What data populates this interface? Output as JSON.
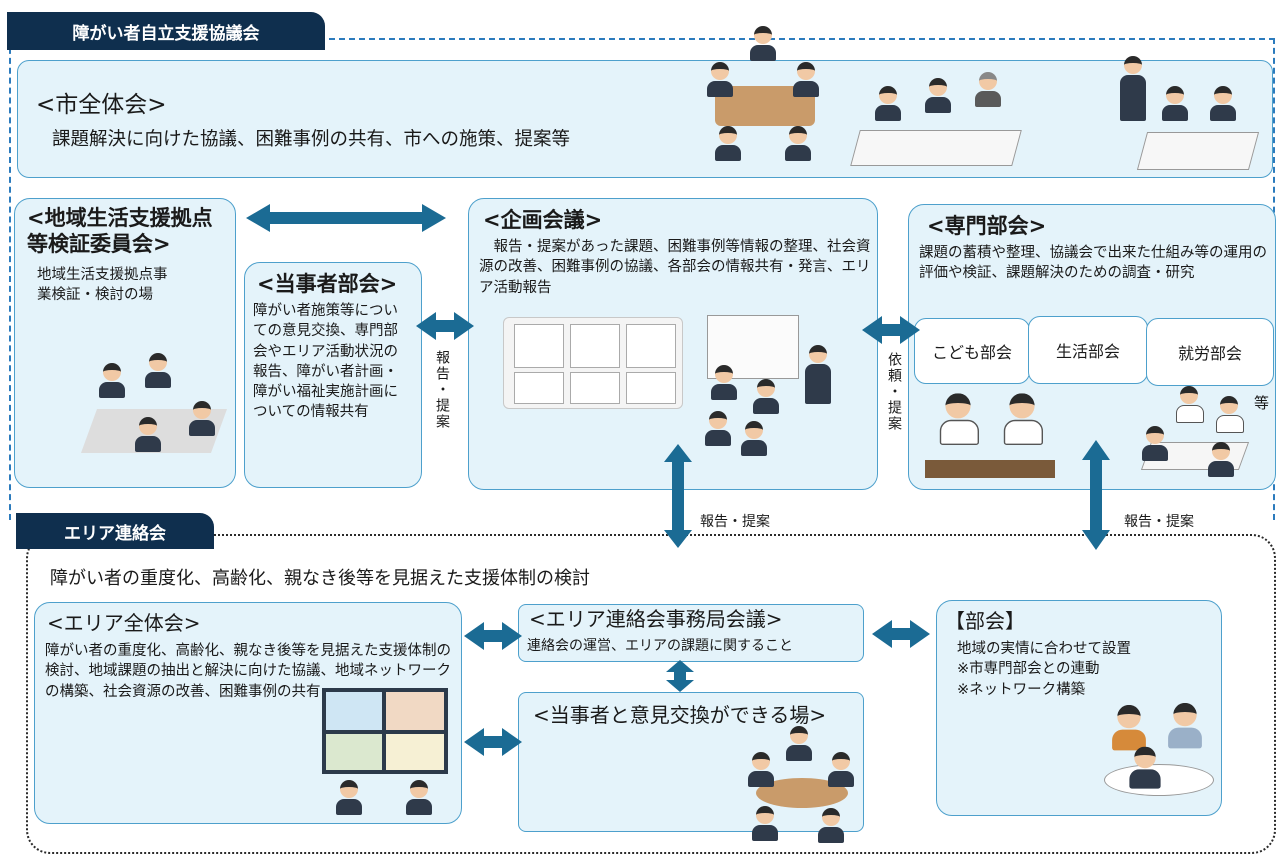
{
  "council": {
    "tag": "障がい者自立支援協議会",
    "city_meeting": {
      "title": "<市全体会>",
      "body": "課題解決に向けた協議、困難事例の共有、市への施策、提案等"
    },
    "verification": {
      "title": "<地域生活支援拠点等検証委員会>",
      "body": "地域生活支援拠点事業検証・検討の場"
    },
    "stakeholder": {
      "title": "<当事者部会>",
      "body": "障がい者施策等についての意見交換、専門部会やエリア活動状況の報告、障がい者計画・障がい福祉実施計画についての情報共有"
    },
    "planning": {
      "title": "<企画会議>",
      "body": "報告・提案があった課題、困難事例等情報の整理、社会資源の改善、困難事例の協議、各部会の情報共有・発言、エリア活動報告"
    },
    "specialist": {
      "title": "<専門部会>",
      "body": "課題の蓄積や整理、協議会で出来た仕組み等の運用の評価や検証、課題解決のための調査・研究",
      "subs": [
        "こども部会",
        "生活部会",
        "就労部会"
      ],
      "etc": "等"
    },
    "label_report_left": "報告・提案",
    "label_request": "依頼・提案"
  },
  "connectors": {
    "report_center": "報告・提案",
    "report_right": "報告・提案"
  },
  "area": {
    "tag": "エリア連絡会",
    "heading": "障がい者の重度化、高齢化、親なき後等を見据えた支援体制の検討",
    "whole": {
      "title": "<エリア全体会>",
      "body": "障がい者の重度化、高齢化、親なき後等を見据えた支援体制の検討、地域課題の抽出と解決に向けた協議、地域ネットワークの構築、社会資源の改善、困難事例の共有"
    },
    "secretariat": {
      "title": "<エリア連絡会事務局会議>",
      "body": "連絡会の運営、エリアの課題に関すること"
    },
    "exchange": {
      "title": "<当事者と意見交換ができる場>"
    },
    "subcommittee": {
      "title": "【部会】",
      "body": "地域の実情に合わせて設置\n※市専門部会との連動\n※ネットワーク構築"
    }
  },
  "colors": {
    "navy": "#0f2f4e",
    "box_fill": "#e4f3fa",
    "box_border": "#4da0cc",
    "arrow": "#1b6b94"
  }
}
